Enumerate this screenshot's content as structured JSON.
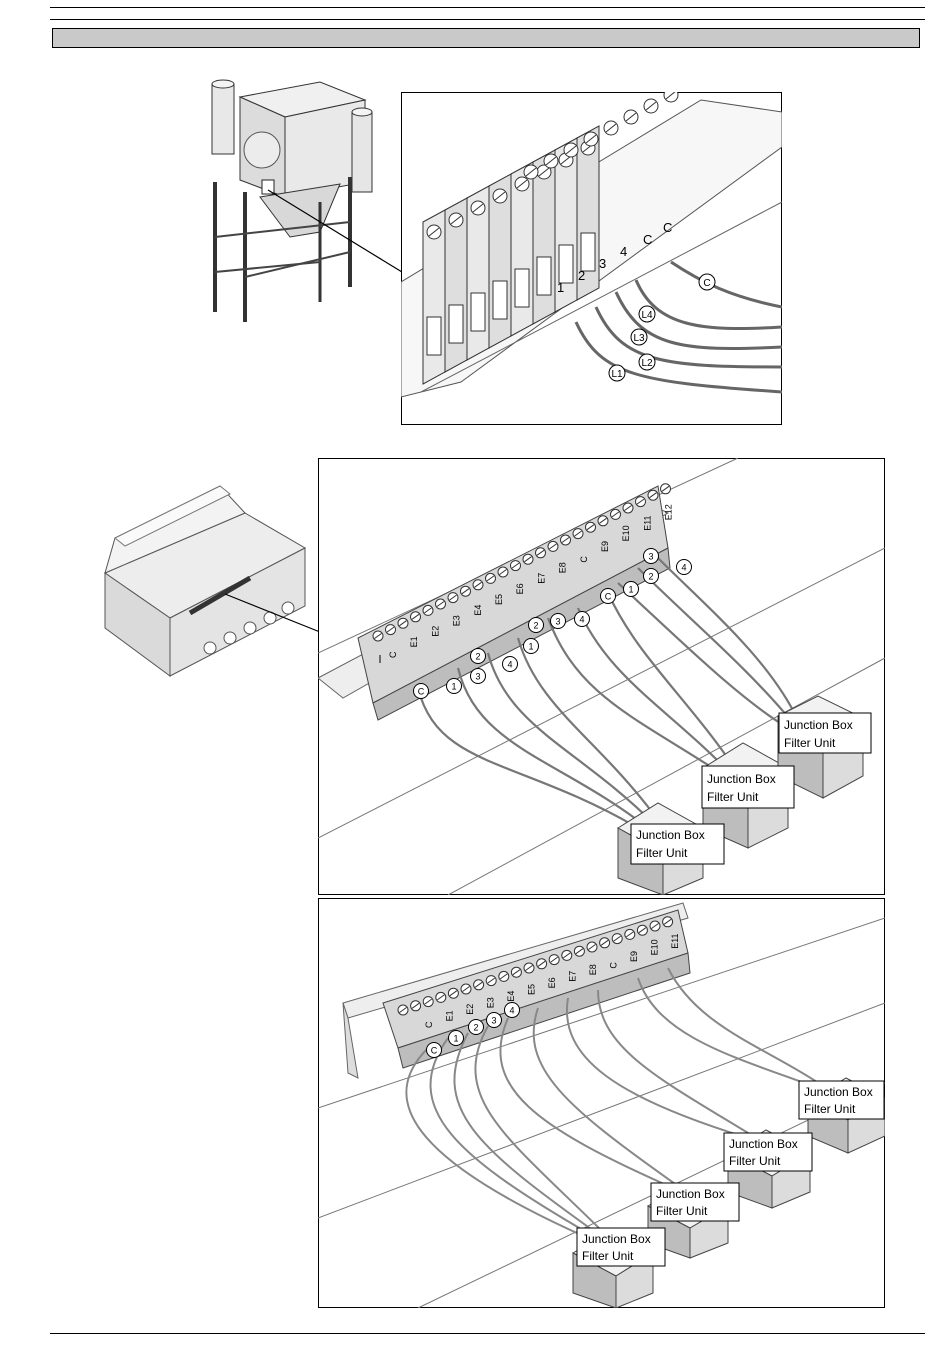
{
  "top_detail": {
    "terminal_labels": [
      "1",
      "2",
      "3",
      "4",
      "C",
      "C"
    ],
    "wire_labels": [
      "L4",
      "L3",
      "L2",
      "L1",
      "C"
    ]
  },
  "middle_detail": {
    "terminal_labels": [
      "C",
      "E1",
      "E2",
      "E3",
      "E4",
      "E5",
      "E6",
      "E7",
      "E8",
      "C",
      "E9",
      "E10",
      "E11",
      "E12"
    ],
    "callouts_group1": [
      "C",
      "1",
      "3",
      "2",
      "4"
    ],
    "callouts_group2": [
      "1",
      "2",
      "3",
      "4"
    ],
    "callouts_group3": [
      "C",
      "1",
      "2",
      "3",
      "4"
    ],
    "junction_boxes": [
      {
        "line1": "Junction Box",
        "line2": "Filter Unit"
      },
      {
        "line1": "Junction Box",
        "line2": "Filter Unit"
      },
      {
        "line1": "Junction Box",
        "line2": "Filter Unit"
      }
    ]
  },
  "bottom_detail": {
    "terminal_labels": [
      "C",
      "E1",
      "E2",
      "E3",
      "E4",
      "E5",
      "E6",
      "E7",
      "E8",
      "C",
      "E9",
      "E10",
      "E11"
    ],
    "callouts": [
      "C",
      "1",
      "2",
      "3",
      "4"
    ],
    "junction_boxes": [
      {
        "line1": "Junction Box",
        "line2": "Filter Unit"
      },
      {
        "line1": "Junction Box",
        "line2": "Filter Unit"
      },
      {
        "line1": "Junction Box",
        "line2": "Filter Unit"
      },
      {
        "line1": "Junction Box",
        "line2": "Filter Unit"
      }
    ]
  }
}
